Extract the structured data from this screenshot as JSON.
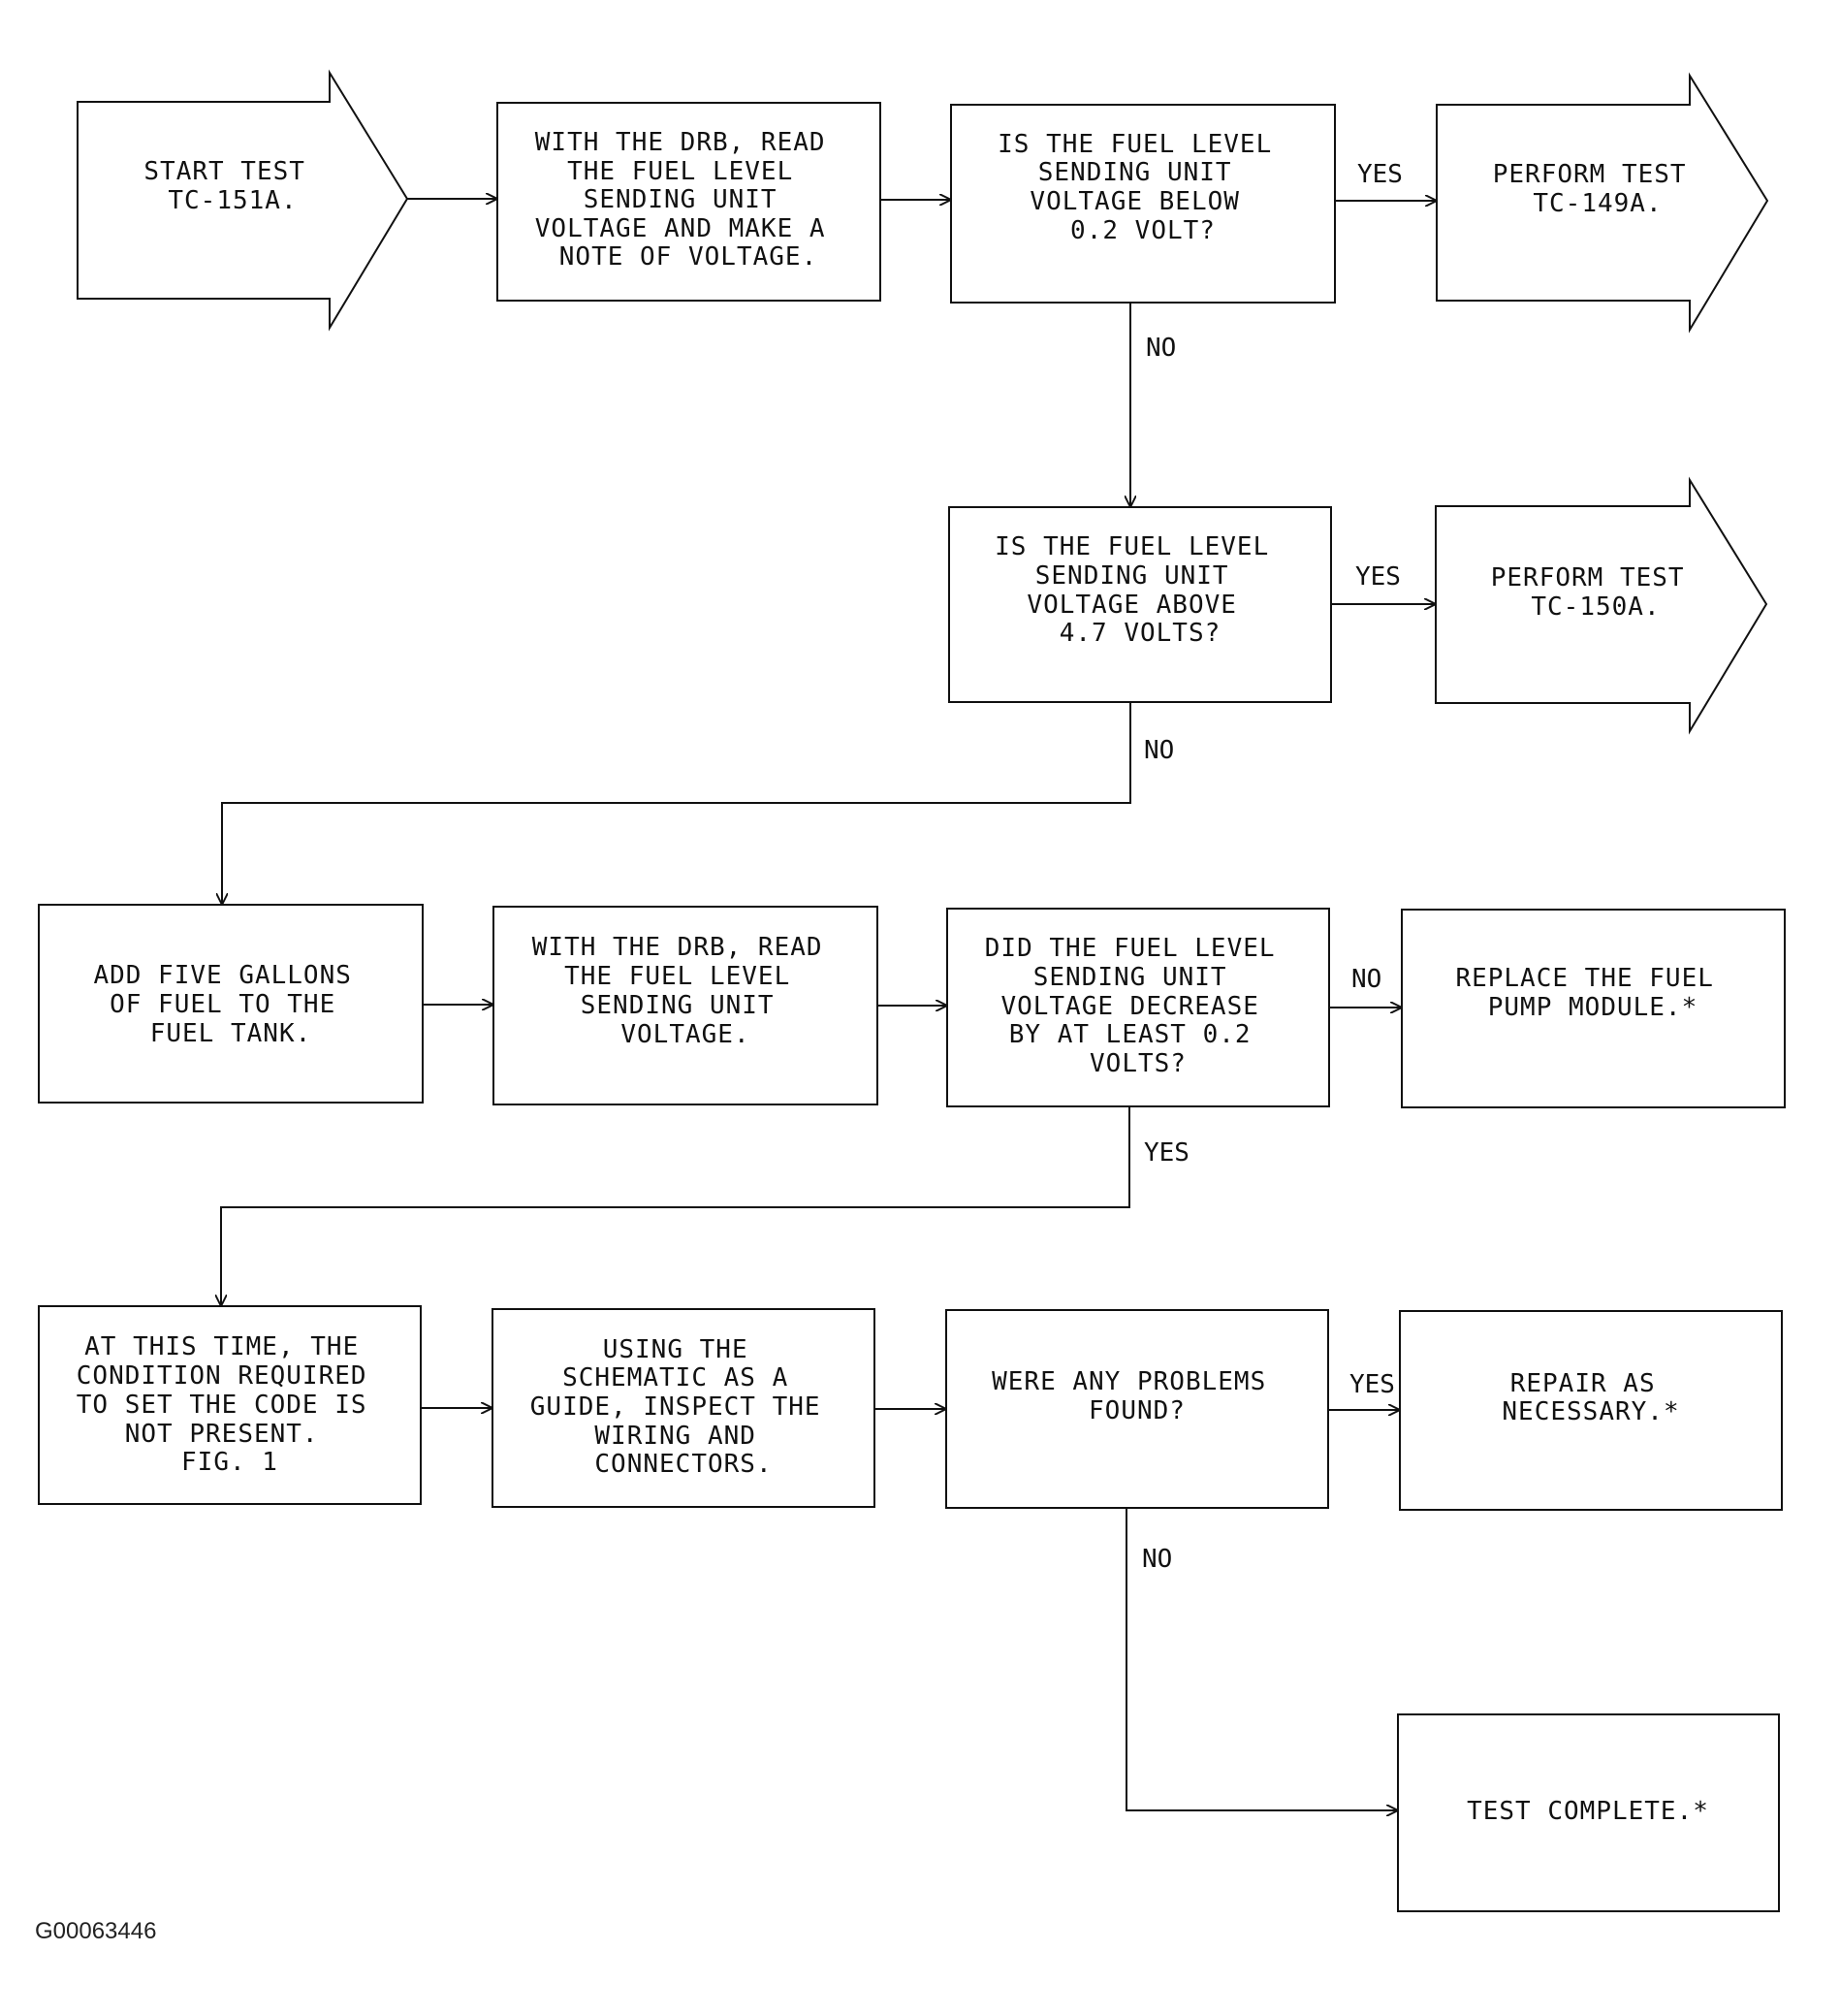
{
  "nodes": {
    "start": [
      "START TEST",
      "TC-151A."
    ],
    "read1": [
      "WITH THE DRB, READ",
      "THE FUEL LEVEL",
      "SENDING UNIT",
      "VOLTAGE AND MAKE A",
      "NOTE OF VOLTAGE."
    ],
    "q_below": [
      "IS THE FUEL LEVEL",
      "SENDING UNIT",
      "VOLTAGE BELOW",
      "0.2 VOLT?"
    ],
    "perform149": [
      "PERFORM TEST",
      "TC-149A."
    ],
    "q_above": [
      "IS THE FUEL LEVEL",
      "SENDING UNIT",
      "VOLTAGE ABOVE",
      "4.7 VOLTS?"
    ],
    "perform150": [
      "PERFORM TEST",
      "TC-150A."
    ],
    "add_fuel": [
      "ADD FIVE GALLONS",
      "OF FUEL TO THE",
      "FUEL TANK."
    ],
    "read2": [
      "WITH THE DRB, READ",
      "THE FUEL LEVEL",
      "SENDING UNIT",
      "VOLTAGE."
    ],
    "q_decrease": [
      "DID THE FUEL LEVEL",
      "SENDING UNIT",
      "VOLTAGE DECREASE",
      "BY AT LEAST 0.2",
      "VOLTS?"
    ],
    "replace": [
      "REPLACE THE FUEL",
      "PUMP MODULE.*"
    ],
    "not_present": [
      "AT THIS TIME, THE",
      "CONDITION REQUIRED",
      "TO SET THE CODE IS",
      "NOT PRESENT.",
      "FIG. 1"
    ],
    "inspect": [
      "USING THE",
      "SCHEMATIC AS A",
      "GUIDE, INSPECT THE",
      "WIRING AND",
      "CONNECTORS."
    ],
    "q_problems": [
      "WERE ANY PROBLEMS",
      "FOUND?"
    ],
    "repair": [
      "REPAIR AS",
      "NECESSARY.*"
    ],
    "complete": [
      "TEST COMPLETE.*"
    ]
  },
  "labels": {
    "below_yes": "YES",
    "below_no": "NO",
    "above_yes": "YES",
    "above_no": "NO",
    "decrease_no": "NO",
    "decrease_yes": "YES",
    "problems_yes": "YES",
    "problems_no": "NO"
  },
  "figure_id": "G00063446"
}
